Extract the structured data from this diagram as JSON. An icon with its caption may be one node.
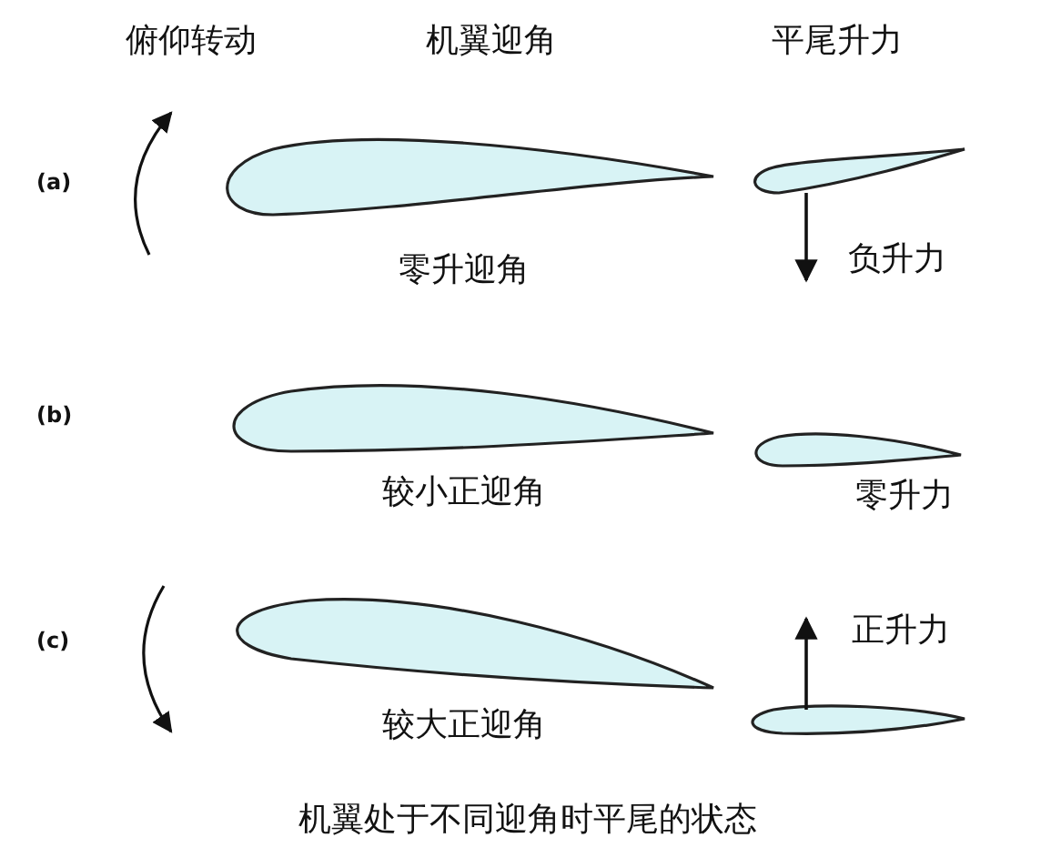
{
  "diagram": {
    "caption": "机翼处于不同迎角时平尾的状态",
    "labels": [
      "俯仰转动",
      "机翼迎角",
      "平尾升力",
      "(a)",
      "零升迎角",
      "负升力",
      "(b)",
      "较小正迎角",
      "零升力",
      "(c)",
      "正升力",
      "较大正迎角"
    ]
  }
}
